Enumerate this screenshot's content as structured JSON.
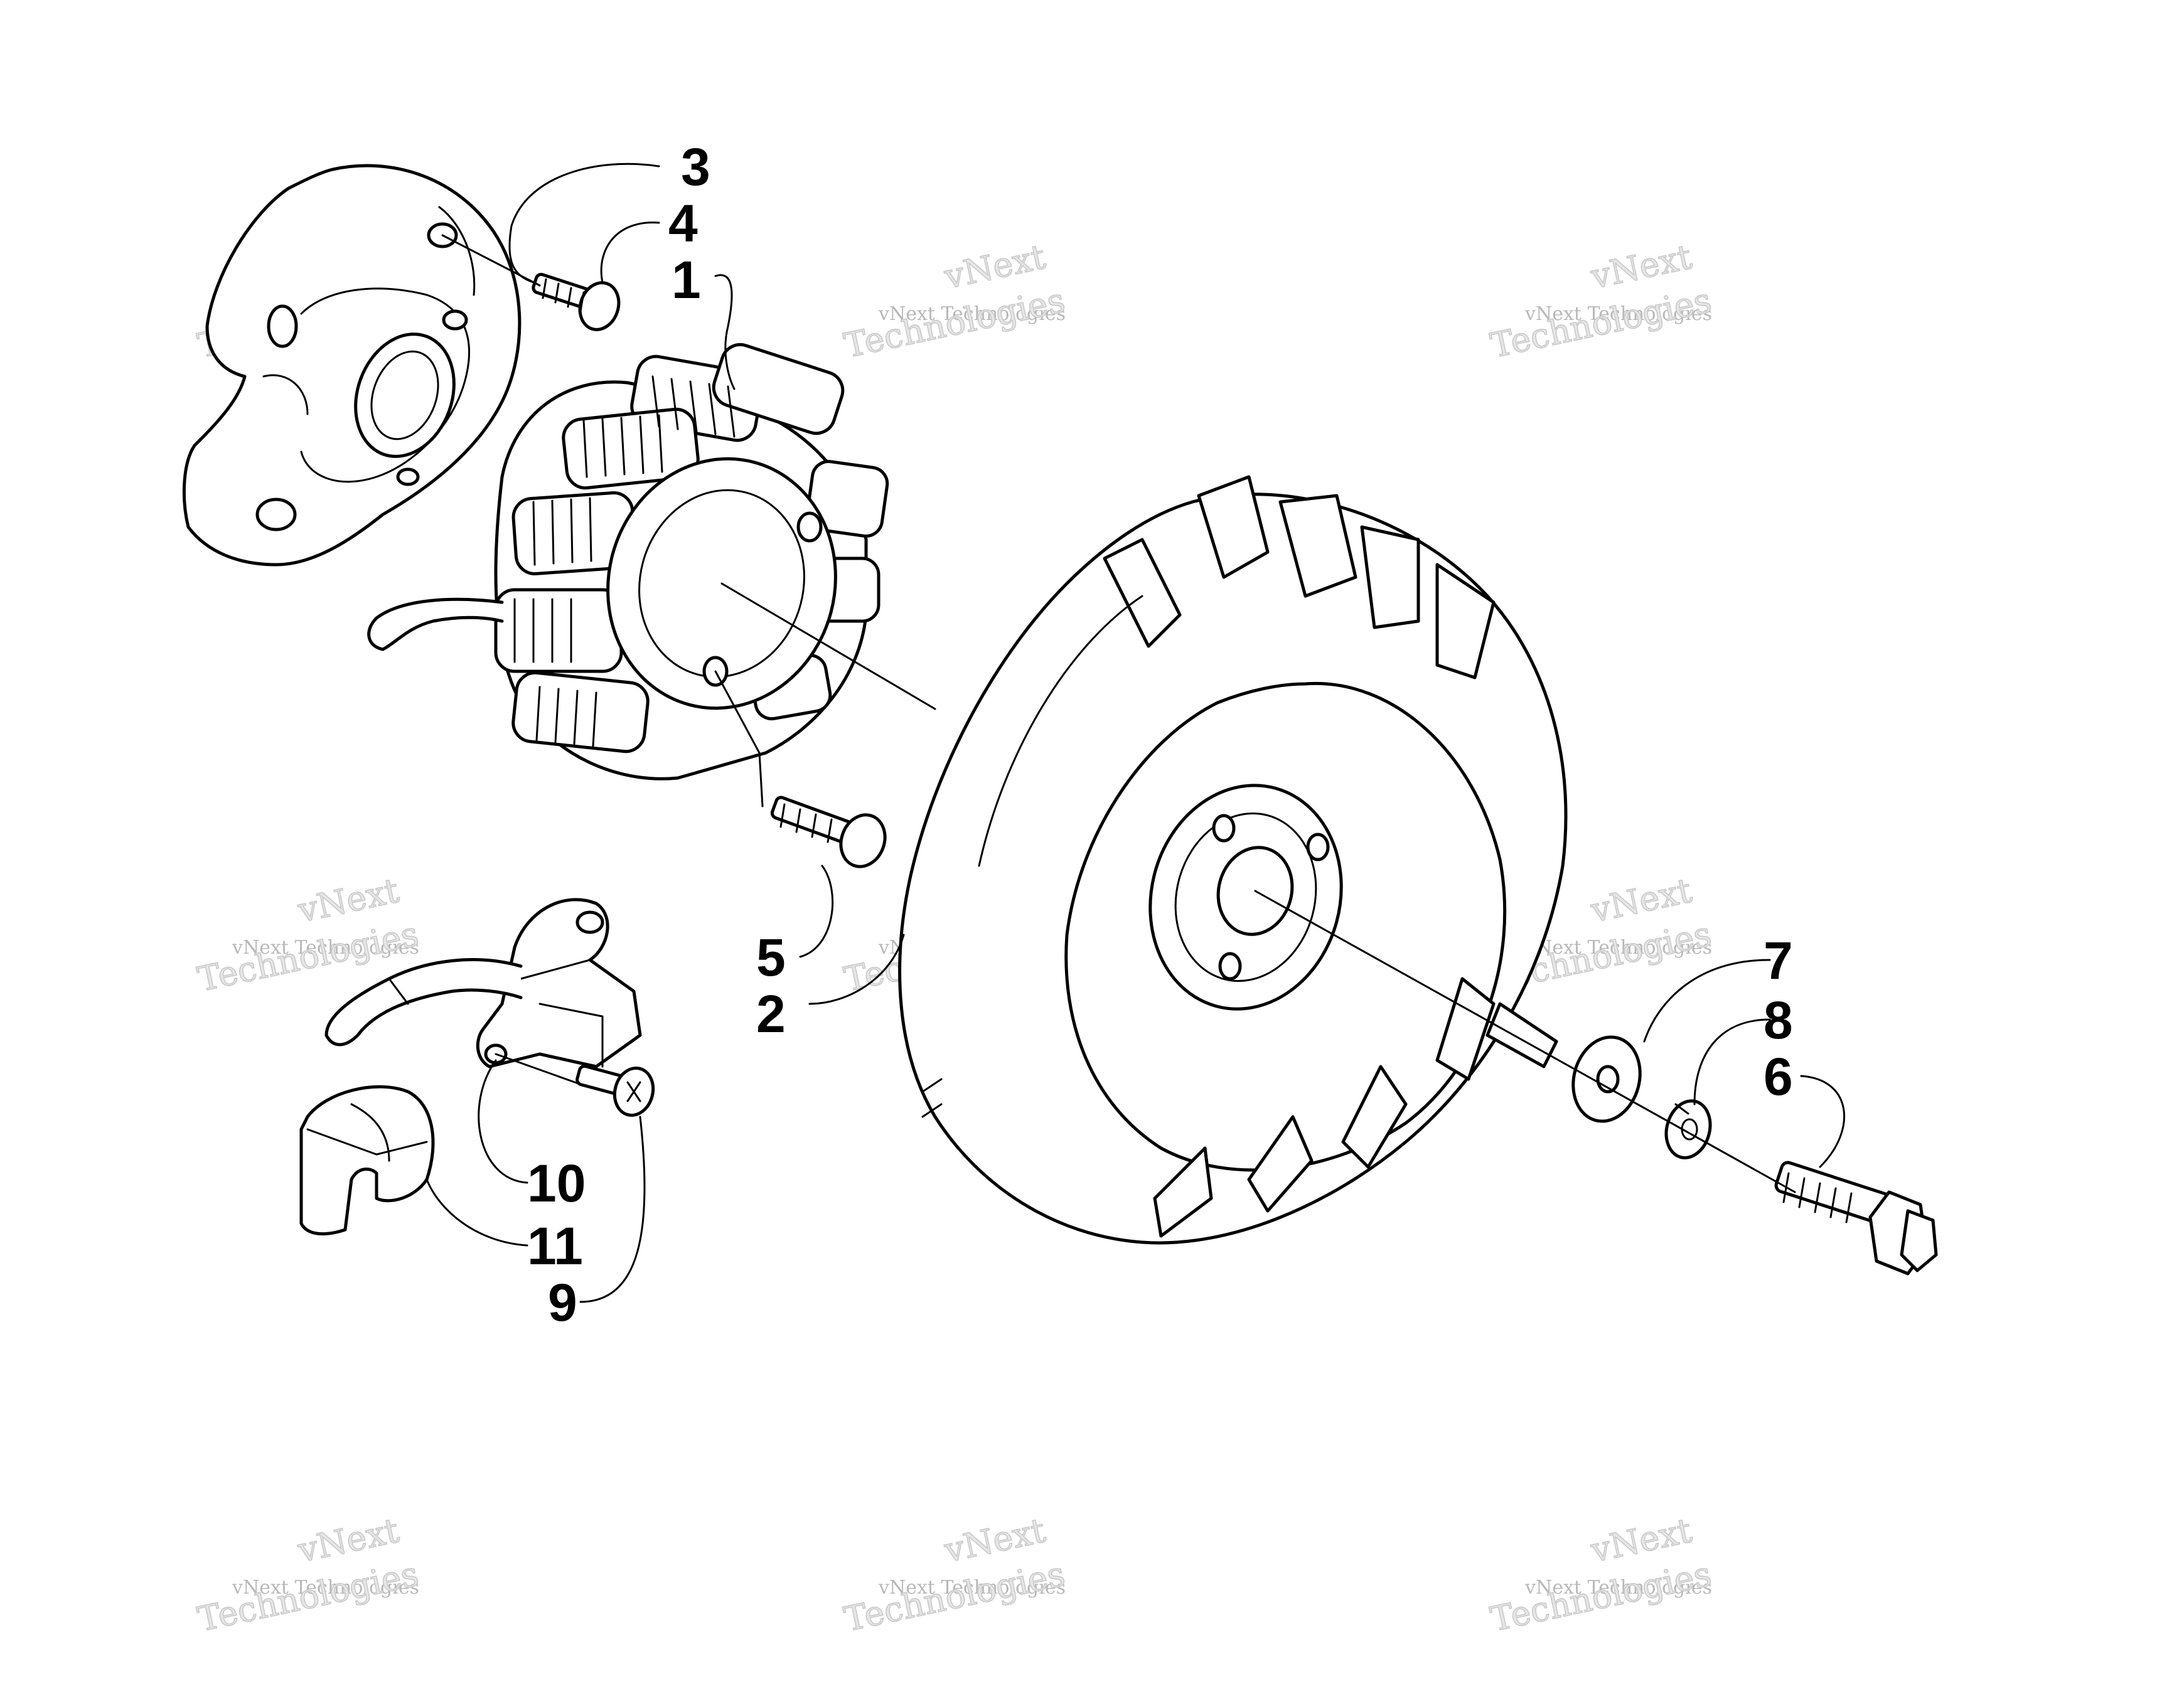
{
  "watermark": {
    "line1": "vNext",
    "line2": "vNext Technologies",
    "line3": "Technologies"
  },
  "callouts": [
    "1",
    "2",
    "3",
    "4",
    "5",
    "6",
    "7",
    "8",
    "9",
    "10",
    "11"
  ],
  "colors": {
    "ink": "#000000",
    "paper": "#ffffff",
    "watermark": "#c8c8c8"
  }
}
